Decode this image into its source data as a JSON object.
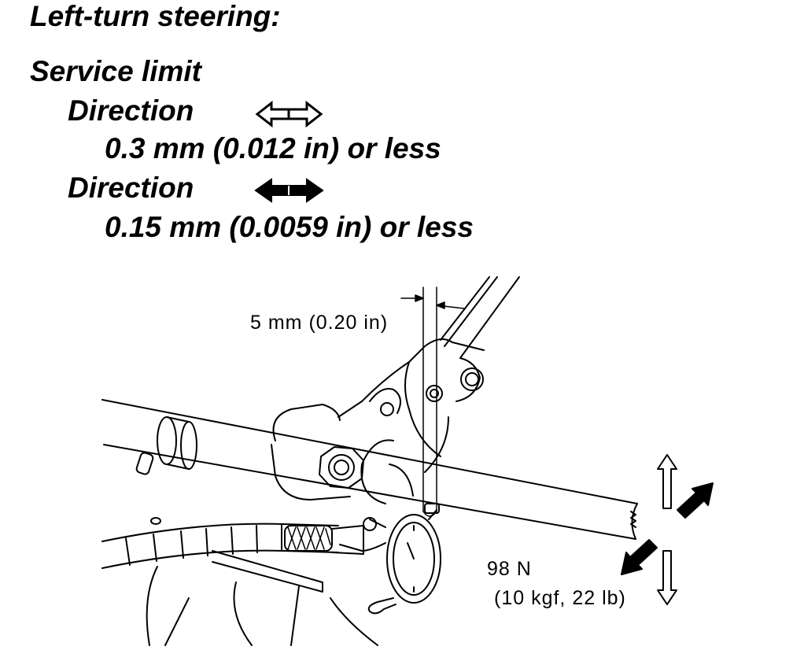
{
  "heading": "Left-turn steering:",
  "service_limit": {
    "title": "Service limit",
    "items": [
      {
        "label": "Direction",
        "arrow_icon": "hollow-double-arrow-icon",
        "value": "0.3 mm (0.012 in) or less"
      },
      {
        "label": "Direction",
        "arrow_icon": "solid-double-arrow-icon",
        "value": "0.15 mm (0.0059 in) or less"
      }
    ]
  },
  "diagram": {
    "offset_label": "5 mm (0.20 in)",
    "force_label_line1": "98 N",
    "force_label_line2": "(10 kgf, 22 lb)"
  },
  "colors": {
    "ink": "#000000",
    "paper": "#ffffff"
  }
}
